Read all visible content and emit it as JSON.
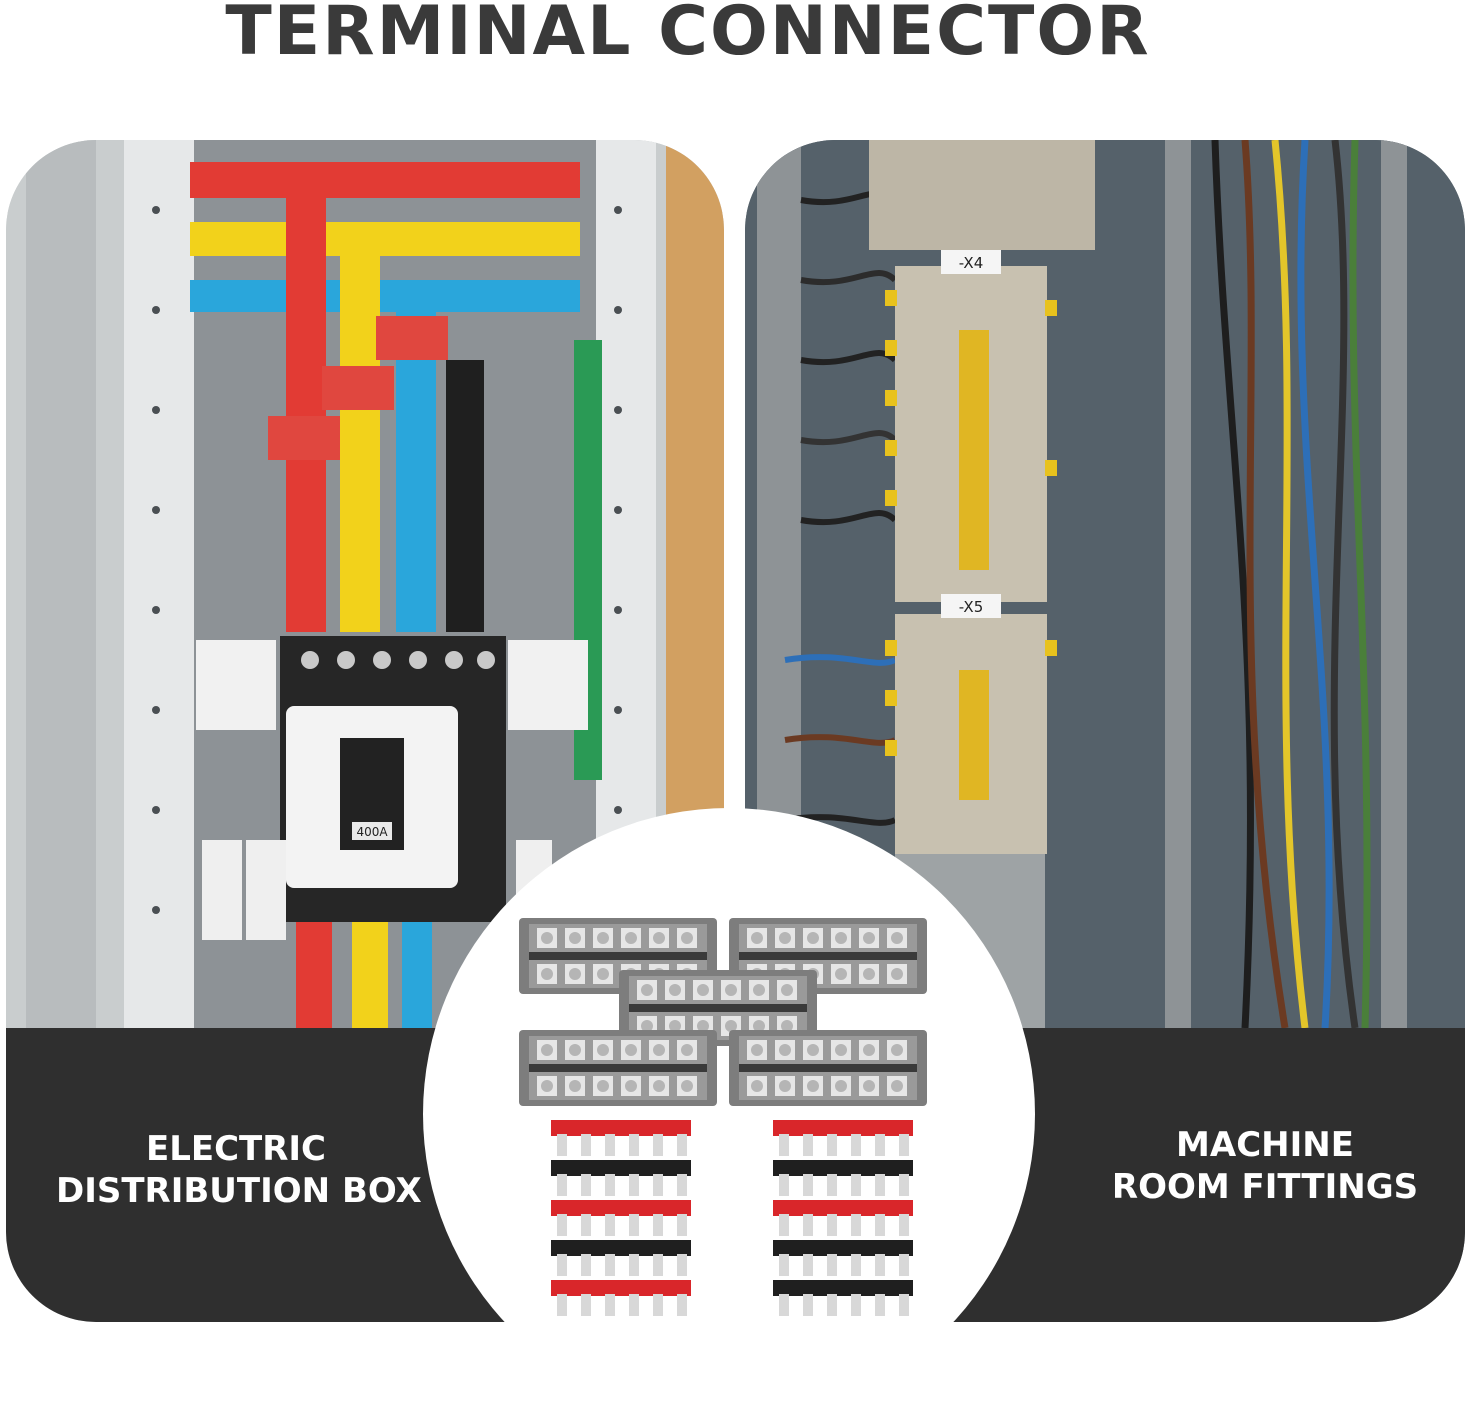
{
  "header": {
    "title": "TERMINAL CONNECTOR"
  },
  "panels": {
    "left": {
      "label_line1": "ELECTRIC",
      "label_line2": "DISTRIBUTION BOX",
      "breaker_rating": "400A"
    },
    "right": {
      "rail_label_top": "-X4",
      "rail_label_bottom": "-X5"
    }
  },
  "colors": {
    "title": "#3a3a3a",
    "band": "#2f2f2f",
    "busbar_red": "#e23b34",
    "busbar_yellow": "#f2d21b",
    "busbar_blue": "#2aa6db",
    "busbar_green": "#2a9a55",
    "jumper_red": "#d9262a",
    "jumper_black": "#1f1f1f"
  },
  "product": {
    "terminal_blocks": 5,
    "jumper_strips_per_column": 5,
    "positions_per_strip": 6
  }
}
